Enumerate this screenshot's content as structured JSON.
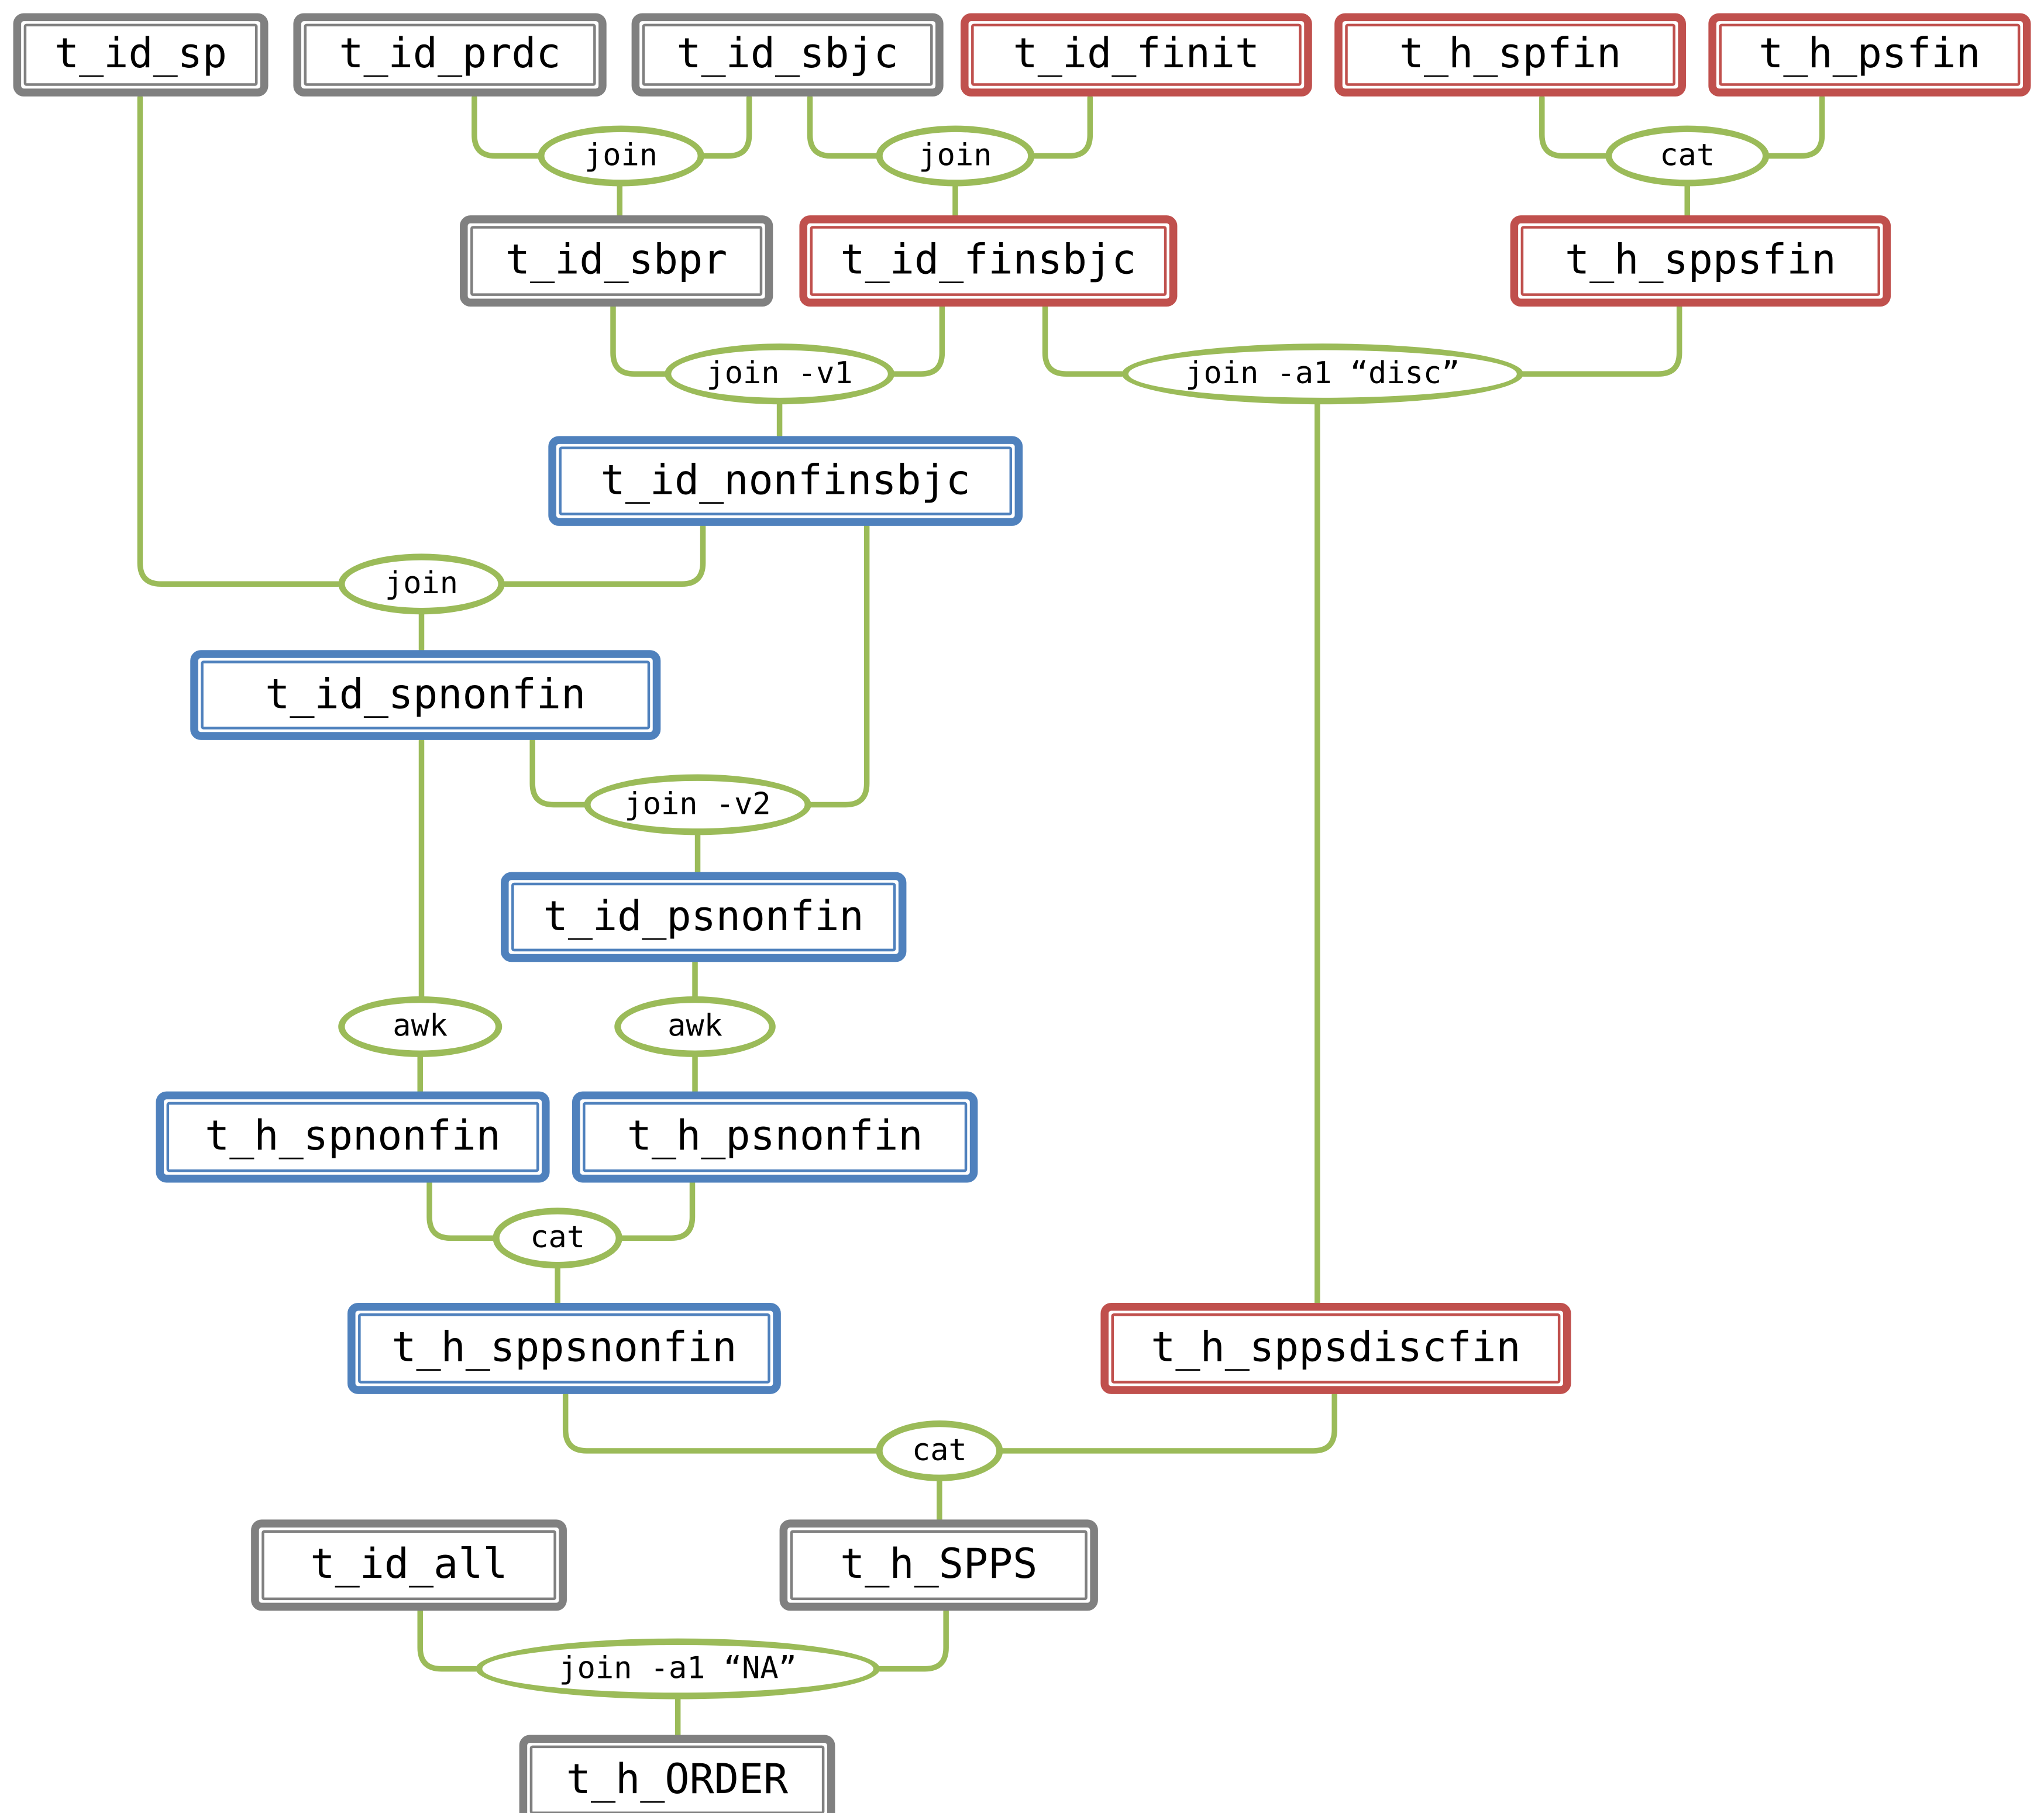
{
  "colors": {
    "gray": "#808080",
    "red": "#C0504D",
    "blue": "#4F81BD",
    "green": "#9BBB59"
  },
  "nodes": {
    "t_id_sp": {
      "label": "t_id_sp"
    },
    "t_id_prdc": {
      "label": "t_id_prdc"
    },
    "t_id_sbjc": {
      "label": "t_id_sbjc"
    },
    "t_id_finit": {
      "label": "t_id_finit"
    },
    "t_h_spfin": {
      "label": "t_h_spfin"
    },
    "t_h_psfin": {
      "label": "t_h_psfin"
    },
    "t_id_sbpr": {
      "label": "t_id_sbpr"
    },
    "t_id_finsbjc": {
      "label": "t_id_finsbjc"
    },
    "t_h_sppsfin": {
      "label": "t_h_sppsfin"
    },
    "t_id_nonfinsbjc": {
      "label": "t_id_nonfinsbjc"
    },
    "t_id_spnonfin": {
      "label": "t_id_spnonfin"
    },
    "t_id_psnonfin": {
      "label": "t_id_psnonfin"
    },
    "t_h_spnonfin": {
      "label": "t_h_spnonfin"
    },
    "t_h_psnonfin": {
      "label": "t_h_psnonfin"
    },
    "t_h_sppsnonfin": {
      "label": "t_h_sppsnonfin"
    },
    "t_h_sppsdiscfin": {
      "label": "t_h_sppsdiscfin"
    },
    "t_id_all": {
      "label": "t_id_all"
    },
    "t_h_SPPS": {
      "label": "t_h_SPPS"
    },
    "t_h_ORDER": {
      "label": "t_h_ORDER"
    }
  },
  "ops": {
    "join_prdc_sbjc": {
      "label": "join"
    },
    "join_sbjc_finit": {
      "label": "join"
    },
    "cat_spfin_psfin": {
      "label": "cat"
    },
    "join_v1": {
      "label": "join -v1"
    },
    "join_a1_disc": {
      "label": "join -a1 “disc”"
    },
    "join_sp_nonfin": {
      "label": "join"
    },
    "join_v2": {
      "label": "join -v2"
    },
    "awk_sp": {
      "label": "awk"
    },
    "awk_ps": {
      "label": "awk"
    },
    "cat_nonfin": {
      "label": "cat"
    },
    "cat_spps": {
      "label": "cat"
    },
    "join_a1_na": {
      "label": "join -a1 “NA”"
    }
  }
}
